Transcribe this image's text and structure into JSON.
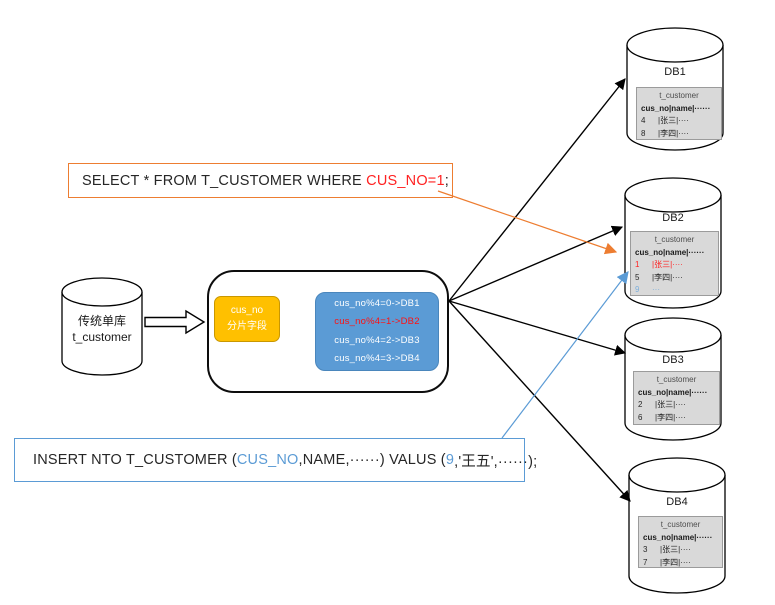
{
  "select_box": {
    "text": "SELECT * FROM T_CUSTOMER WHERE ",
    "highlight": "CUS_NO=1",
    "tail": ";"
  },
  "insert_box": {
    "t1": "INSERT NTO T_CUSTOMER (",
    "h1": "CUS_NO",
    "t2": ",NAME,······) VALUS (",
    "h2": "9",
    "t3": ",'王五',······);"
  },
  "source_db": {
    "title": "传统单库",
    "table": "t_customer"
  },
  "pipeline": {
    "shard_key": {
      "line1": "cus_no",
      "line2": "分片字段"
    },
    "routing_rules": [
      "cus_no%4=0->DB1",
      "cus_no%4=1->DB2",
      "cus_no%4=2->DB3",
      "cus_no%4=3->DB4"
    ]
  },
  "dbs": [
    {
      "name": "DB1",
      "table": "t_customer",
      "header": "cus_no|name|······",
      "rows": [
        {
          "no": "4",
          "value": "|张三|····"
        },
        {
          "no": "8",
          "value": "|李四|····"
        }
      ]
    },
    {
      "name": "DB2",
      "table": "t_customer",
      "header": "cus_no|name|······",
      "rows": [
        {
          "no": "1",
          "value": "|张三|····"
        },
        {
          "no": "5",
          "value": "|李四|····"
        },
        {
          "no": "9",
          "value": "···"
        }
      ]
    },
    {
      "name": "DB3",
      "table": "t_customer",
      "header": "cus_no|name|······",
      "rows": [
        {
          "no": "2",
          "value": "|张三|····"
        },
        {
          "no": "6",
          "value": "|李四|····"
        }
      ]
    },
    {
      "name": "DB4",
      "table": "t_customer",
      "header": "cus_no|name|······",
      "rows": [
        {
          "no": "3",
          "value": "|张三|····"
        },
        {
          "no": "7",
          "value": "|李四|····"
        }
      ]
    }
  ],
  "colors": {
    "accent_orange": "#ED7D31",
    "accent_blue": "#5B9BD5",
    "shard_key_fill": "#FFC000",
    "routing_fill": "#5B9BD5",
    "highlight_red": "#FF2222",
    "table_fill": "#D9D9D9"
  }
}
